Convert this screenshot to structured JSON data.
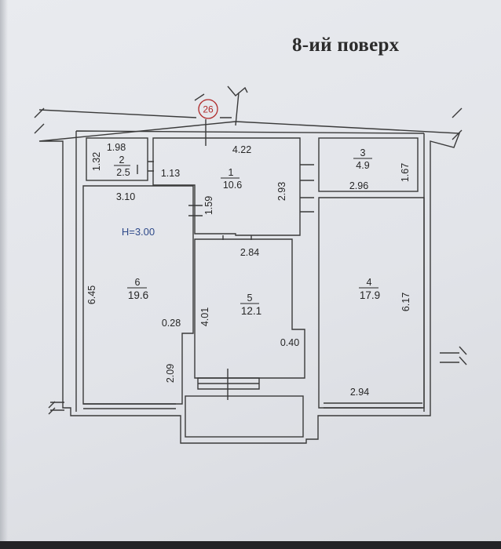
{
  "title": "8-ий поверх",
  "unit_marker": "26",
  "ceiling_height": "H=3.00",
  "rooms": [
    {
      "number": "1",
      "area": "10.6"
    },
    {
      "number": "2",
      "area": "2.5"
    },
    {
      "number": "3",
      "area": "4.9"
    },
    {
      "number": "4",
      "area": "17.9"
    },
    {
      "number": "5",
      "area": "12.1"
    },
    {
      "number": "6",
      "area": "19.6"
    }
  ],
  "dimensions": {
    "d_1_98": "1.98",
    "d_1_32": "1.32",
    "d_1_13": "1.13",
    "d_4_22": "4.22",
    "d_2_93": "2.93",
    "d_1_59": "1.59",
    "d_3_10": "3.10",
    "d_2_84": "2.84",
    "d_2_96": "2.96",
    "d_1_67": "1.67",
    "d_6_45": "6.45",
    "d_0_28": "0.28",
    "d_4_01": "4.01",
    "d_0_40": "0.40",
    "d_6_17": "6.17",
    "d_2_09": "2.09",
    "d_2_94": "2.94"
  },
  "colors": {
    "wall": "#3a3a3a",
    "marker": "#b02a2a",
    "height_label": "#2f4a8a"
  }
}
